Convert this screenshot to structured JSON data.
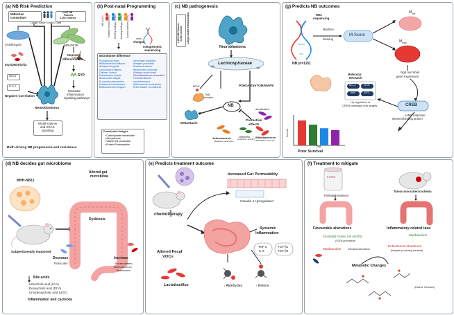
{
  "panel_a": {
    "title": "(a) NB Risk Prediction",
    "mibiogen": "MiBioGen consortium",
    "stats": [
      "1,627 NB",
      "Patients",
      "3,254 Controls"
    ],
    "gwas": "Large-Scale GWAS Data",
    "oscillospira": "Oscillospira",
    "erysipelotrichia": "Erysipelotrichia",
    "mrx": "MRx0029",
    "neuronal_diff": [
      "Neuronal",
      "differentiation"
    ],
    "muc4": "MUC4",
    "pitl2": "PIT.L2",
    "neg_corr": "Negative Correlation",
    "neuroblastoma": "Neuroblastoma",
    "syp": "SYP",
    "wnt": [
      "Wnt/β-catenin",
      "and KRAS",
      "signaling"
    ],
    "modulate": [
      "Modulate",
      "inflammatory",
      "signaling pathways"
    ],
    "footer": "Both driving NB progression and resistance"
  },
  "panel_b": {
    "title": "(b) Post-natal Programming",
    "groups": [
      "NB (n=10)",
      "Healthy control (n=9)",
      "Healthy siblings (n=19)",
      "Healthy siblings (n=19)",
      "Control mothers (n=9)"
    ],
    "shotgun": "shotgun",
    "metagenomic": [
      "metagenomic",
      "sequencing"
    ],
    "microbiome_title": "Microbiome difference",
    "col1": [
      "Phocaeicola dorei",
      "Bifidobacterium bifidum",
      "Alistipes finegoldii",
      "Lachnospira eligens",
      "Dialister invisus",
      "Eubacterium rectale",
      "Bacteroides fragilis",
      "B. pseudocatenulatum",
      "Roseburia inulinivorans",
      "Bifidobacterium longum"
    ],
    "col2": [
      "Gemmiger formicilis",
      "Alistipes putredinis",
      "Roseburia faecis",
      "Bacteroides uniformis",
      "Alistipes onderdonkii",
      "Faecalibacterium prausnitzii",
      "Fusicatenibacter",
      "saccharivorans",
      "Akkermansia muciniphila",
      "Enterobacter hormaechei"
    ],
    "func_title": "Functional changes",
    "func": [
      "Carbohydrate metabolism",
      "AA synthesis",
      "Vitamin B1 production",
      "Protein Fermentation"
    ]
  },
  "panel_c": {
    "title": "(c) NB pathogenesis",
    "gwas": [
      "1,627 NB Patients",
      "3,254 controls"
    ],
    "gwas_label": "Large-Scale GWAS Data",
    "neuroblastoma": "Neuroblastoma",
    "lachno": "Lachnospiraceae",
    "bdnf": "BDNF",
    "trkb": [
      "TrkB",
      "receptor"
    ],
    "pi3k": "PI3K/Akt/mTOR/MAPK",
    "nb": "NB",
    "metastasis": "Metastasis",
    "protective": [
      "Protective",
      "effects"
    ],
    "desulfo": "desulfovibrio",
    "veillonella": "veillonella",
    "veil_note": "(Antitumor activity)",
    "actino": "Actinobacteria",
    "actino_note": "(Bioactive molecules)",
    "bifido": "Bifidobacterium",
    "bifido_note": "(Modulation of IL-17)"
  },
  "panel_g": {
    "title": "(g) Predicts NB outcomes",
    "rna": [
      "RNA",
      "sequencing"
    ],
    "ml": [
      "Machine",
      "learning"
    ],
    "mscore": "M-Score",
    "mlow": "M",
    "mlow_sub": "low",
    "mhigh": "M",
    "mhigh_sub": "high",
    "nb_n": "NB (n=120)",
    "molecular": [
      "Molecular",
      "Research"
    ],
    "genes": [
      "BCL-2",
      "VEGF",
      "NGF",
      "IGF2"
    ],
    "high_microbial": [
      "high microbial",
      "gene expression"
    ],
    "upreg": [
      "Up regulation of",
      "CREB pathways and targets"
    ],
    "creb": "CREB",
    "camp": [
      "cAMP response",
      "element-binding protein"
    ],
    "survival": "Survival",
    "time": "Time",
    "poor": "Poor Survival",
    "bar_levels": [
      0.9,
      0.75,
      0.62,
      0.55
    ],
    "bar_colors": [
      "#e53935",
      "#2e7d32",
      "#1e88e5",
      "#8e24aa"
    ]
  },
  "panel_d": {
    "title": "(d) NB decides gut microbiome",
    "mhh": "MHH-NB11",
    "altered": [
      "Altered gut",
      "microbiota"
    ],
    "dysbiosis": "Dysbiosis",
    "subq": "Subperitoneally implanted",
    "decrease": "Decrease",
    "firmicutes": "Firmicutes",
    "increase": "Increase",
    "inc_taxa": [
      "Bacteroidetes,",
      "Beferibacteres",
      "Tenericutes."
    ],
    "bile": "Bile acids",
    "bile_list": [
      "Lithocholic acid (LCA)",
      "Deoxycholic acid (DCA)",
      "Ursodeoxycholic acid (UDC)"
    ],
    "footer": "Inflammation and cachexia"
  },
  "panel_e": {
    "title": "(e) Predicts treatment outcome",
    "perm": "Increased Gut Permeability",
    "claudin": "Claudin 4 Upregulated",
    "chemo": "chemotherapy",
    "systemic": [
      "Systemic",
      "Inflammation"
    ],
    "tnf": [
      "TNF-α",
      "IL-6"
    ],
    "tgf": [
      "TGF-β1",
      "TGF-β2"
    ],
    "vocs": [
      "Altered Fecal",
      "VOCs"
    ],
    "lacto": "Lactobacillus",
    "aldehydes": "Aldehydes",
    "ketone": "Ketone"
  },
  "panel_f": {
    "title": "(f) Treatment to mitigate",
    "prebiotic": "Prebiotic treatment",
    "tumor_cachexia": [
      "Tumor-associated cachexia"
    ],
    "favourable": "Favourable alterations",
    "inflam_taxa": "Inflammatory-related taxa",
    "clostridial": "Clostridial Family XIII AD3011",
    "scfa": "(SCFA production)",
    "muribaculum_green": "Muribaculum",
    "muribaculum_red": "Muribaculum",
    "intestinal": "Intestinal alterations",
    "eubacterium": "Eubacterium,Roseburia",
    "butyrate": "(butyrate-producing bacteria)",
    "metabolic": "Metabolic Changes",
    "esters": "(Esters, Ketones)",
    "logo": "LOGO"
  }
}
